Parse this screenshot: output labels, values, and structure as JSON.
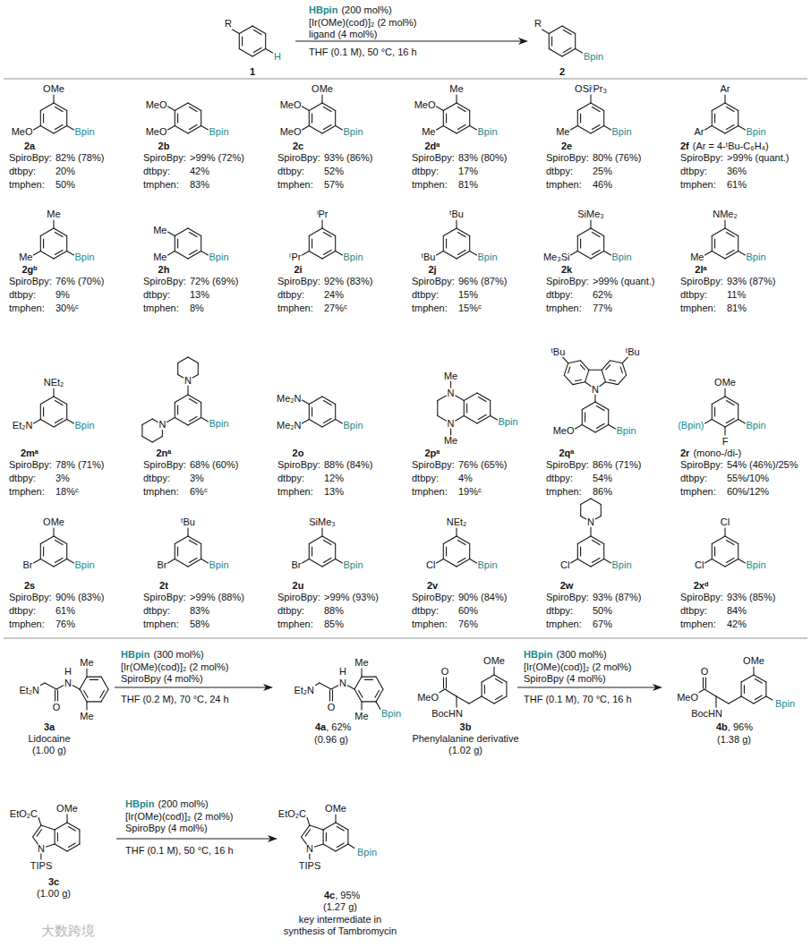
{
  "diagram": {
    "labels": [
      "R",
      "H",
      "1",
      "HBpin",
      "(200 mol%)",
      "[Ir(OMe)(cod)]₂ (2 mol%)",
      "ligand (4 mol%)",
      "THF (0.1 M), 50 °C, 16 h",
      "R",
      "Bpin",
      "2",
      "OMe",
      "MeO",
      "Bpin",
      "2a",
      "SpiroBpy:",
      "82% (78%)",
      "dtbpy:",
      "20%",
      "tmphen:",
      "50%",
      "MeO",
      "MeO",
      "Bpin",
      "2b",
      "SpiroBpy:",
      ">99% (72%)",
      "dtbpy:",
      "42%",
      "tmphen:",
      "83%",
      "OMe",
      "MeO",
      "MeO",
      "Bpin",
      "2c",
      "SpiroBpy:",
      "93% (86%)",
      "dtbpy:",
      "52%",
      "tmphen:",
      "57%",
      "Me",
      "MeO",
      "Me",
      "Bpin",
      "2dᵃ",
      "SpiroBpy:",
      "83% (80%)",
      "dtbpy:",
      "17%",
      "tmphen:",
      "81%",
      "OSiⁱPr₃",
      "Me",
      "Bpin",
      "2e",
      "SpiroBpy:",
      "80% (76%)",
      "dtbpy:",
      "25%",
      "tmphen:",
      "46%",
      "Ar",
      "Ar",
      "Bpin",
      "2f",
      "(Ar = 4-ᵗBu-C₆H₄)",
      "SpiroBpy:",
      ">99% (quant.)",
      "dtbpy:",
      "36%",
      "tmphen:",
      "61%",
      "Me",
      "Me",
      "Bpin",
      "2gᵇ",
      "SpiroBpy:",
      "76% (70%)",
      "dtbpy:",
      "9%",
      "tmphen:",
      "30%ᶜ",
      "Me",
      "Me",
      "Bpin",
      "2h",
      "SpiroBpy:",
      "72% (69%)",
      "dtbpy:",
      "13%",
      "tmphen:",
      "8%",
      "ⁱPr",
      "ⁱPr",
      "Bpin",
      "2i",
      "SpiroBpy:",
      "92% (83%)",
      "dtbpy:",
      "24%",
      "tmphen:",
      "27%ᶜ",
      "ᵗBu",
      "ᵗBu",
      "Bpin",
      "2j",
      "SpiroBpy:",
      "96% (87%)",
      "dtbpy:",
      "15%",
      "tmphen:",
      "15%ᶜ",
      "SiMe₃",
      "Me₃Si",
      "Bpin",
      "2k",
      "SpiroBpy:",
      ">99% (quant.)",
      "dtbpy:",
      "62%",
      "tmphen:",
      "77%",
      "NMe₂",
      "Me",
      "Bpin",
      "2lᵃ",
      "SpiroBpy:",
      "93% (87%)",
      "dtbpy:",
      "11%",
      "tmphen:",
      "81%",
      "NEt₂",
      "Et₂N",
      "Bpin",
      "2mᵃ",
      "SpiroBpy:",
      "78% (71%)",
      "dtbpy:",
      "3%",
      "tmphen:",
      "18%ᶜ",
      "N",
      "N",
      "Bpin",
      "2nᵃ",
      "SpiroBpy:",
      "68% (60%)",
      "dtbpy:",
      "3%",
      "tmphen:",
      "6%ᶜ",
      "Me₂N",
      "Me₂N",
      "Bpin",
      "2o",
      "SpiroBpy:",
      "88% (84%)",
      "dtbpy:",
      "12%",
      "tmphen:",
      "13%",
      "Me",
      "N",
      "N",
      "Me",
      "Bpin",
      "2pᵃ",
      "SpiroBpy:",
      "76% (65%)",
      "dtbpy:",
      "4%",
      "tmphen:",
      "19%ᶜ",
      "ᵗBu",
      "ᵗBu",
      "N",
      "MeO",
      "Bpin",
      "2qᵃ",
      "SpiroBpy:",
      "86% (71%)",
      "dtbpy:",
      "54%",
      "tmphen:",
      "86%",
      "OMe",
      "(Bpin)",
      "F",
      "Bpin",
      "2r",
      "(mono-/di-)",
      "SpiroBpy:",
      "54% (46%)/25%",
      "dtbpy:",
      "55%/10%",
      "tmphen:",
      "60%/12%",
      "OMe",
      "Br",
      "Bpin",
      "2s",
      "SpiroBpy:",
      "90% (83%)",
      "dtbpy:",
      "61%",
      "tmphen:",
      "76%",
      "ᵗBu",
      "Br",
      "Bpin",
      "2t",
      "SpiroBpy:",
      ">99% (88%)",
      "dtbpy:",
      "83%",
      "tmphen:",
      "58%",
      "SiMe₃",
      "Br",
      "Bpin",
      "2u",
      "SpiroBpy:",
      ">99% (93%)",
      "dtbpy:",
      "88%",
      "tmphen:",
      "85%",
      "NEt₂",
      "Cl",
      "Bpin",
      "2v",
      "SpiroBpy:",
      "90% (84%)",
      "dtbpy:",
      "60%",
      "tmphen:",
      "76%",
      "N",
      "Cl",
      "Bpin",
      "2w",
      "SpiroBpy:",
      "93% (87%)",
      "dtbpy:",
      "50%",
      "tmphen:",
      "67%",
      "Cl",
      "Cl",
      "Bpin",
      "2xᵈ",
      "SpiroBpy:",
      "93% (85%)",
      "dtbpy:",
      "84%",
      "tmphen:",
      "42%",
      "Et₂N",
      "H",
      "N",
      "O",
      "Me",
      "Me",
      "3a",
      "Lidocaine",
      "(1.00 g)",
      "HBpin",
      "(300 mol%)",
      "[Ir(OMe)(cod)]₂ (2 mol%)",
      "SpiroBpy (4 mol%)",
      "THF (0.2 M), 70 °C, 24 h",
      "Et₂N",
      "H",
      "N",
      "O",
      "Me",
      "Me",
      "Bpin",
      "4a",
      ", 62%",
      "(0.96 g)",
      "MeO",
      "O",
      "BocHN",
      "OMe",
      "3b",
      "Phenylalanine derivative",
      "(1.02 g)",
      "HBpin",
      "(300 mol%)",
      "[Ir(OMe)(cod)]₂ (2 mol%)",
      "SpiroBpy (4 mol%)",
      "THF (0.1 M), 70 °C, 16 h",
      "MeO",
      "O",
      "BocHN",
      "OMe",
      "Bpin",
      "4b",
      ", 96%",
      "(1.38 g)",
      "OMe",
      "EtO₂C",
      "N",
      "TIPS",
      "3c",
      "(1.00 g)",
      "HBpin",
      "(200 mol%)",
      "[Ir(OMe)(cod)]₂ (2 mol%)",
      "SpiroBpy (4 mol%)",
      "THF (0.1 M), 50 °C, 16 h",
      "OMe",
      "EtO₂C",
      "N",
      "TIPS",
      "Bpin",
      "4c",
      ", 95%",
      "(1.27 g)",
      "key intermediate in",
      "synthesis of Tambromycin",
      "大数跨境"
    ]
  }
}
